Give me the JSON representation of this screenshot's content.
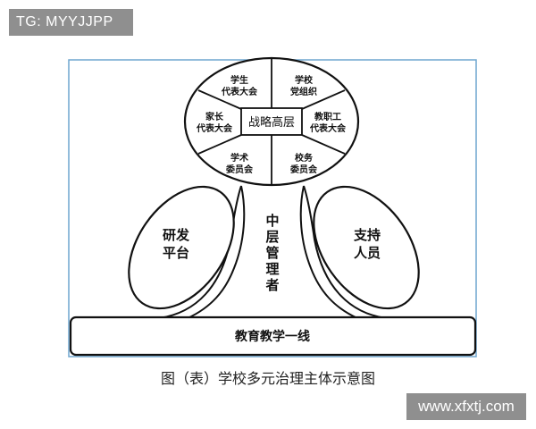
{
  "watermarks": {
    "top_left": "TG: MYYJJPP",
    "bottom_right": "www.xfxtj.com"
  },
  "diagram": {
    "center": "战略高层",
    "segments": {
      "top_left": [
        "学生",
        "代表大会"
      ],
      "top_right": [
        "学校",
        "党组织"
      ],
      "left": [
        "家长",
        "代表大会"
      ],
      "right": [
        "教职工",
        "代表大会"
      ],
      "bottom_left": [
        "学术",
        "委员会"
      ],
      "bottom_right": [
        "校务",
        "委员会"
      ]
    },
    "left_ellipse": [
      "研发",
      "平台"
    ],
    "right_ellipse": [
      "支持",
      "人员"
    ],
    "middle_column": [
      "中",
      "层",
      "管",
      "理",
      "者"
    ],
    "base": "教育教学一线"
  },
  "caption": "图（表）学校多元治理主体示意图",
  "colors": {
    "frame": "#6fa6cf",
    "line": "#111111",
    "watermark_bg": "#8f8f8f"
  }
}
